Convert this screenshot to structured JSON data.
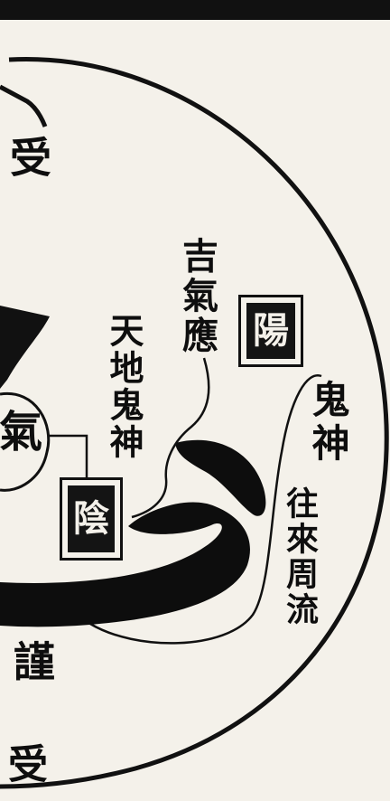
{
  "labels": {
    "left_top": "受",
    "left_middle": "氣",
    "left_bottom_1": "謹",
    "left_bottom_2": "受",
    "auspicious": "吉氣應",
    "heaven_earth": "天地鬼神",
    "ghosts_spirits": "鬼神",
    "circulation": "往來周流"
  },
  "seals": {
    "yang": "陽",
    "yin": "陰"
  },
  "colors": {
    "ink": "#111111",
    "paper": "#f4f1ea"
  }
}
